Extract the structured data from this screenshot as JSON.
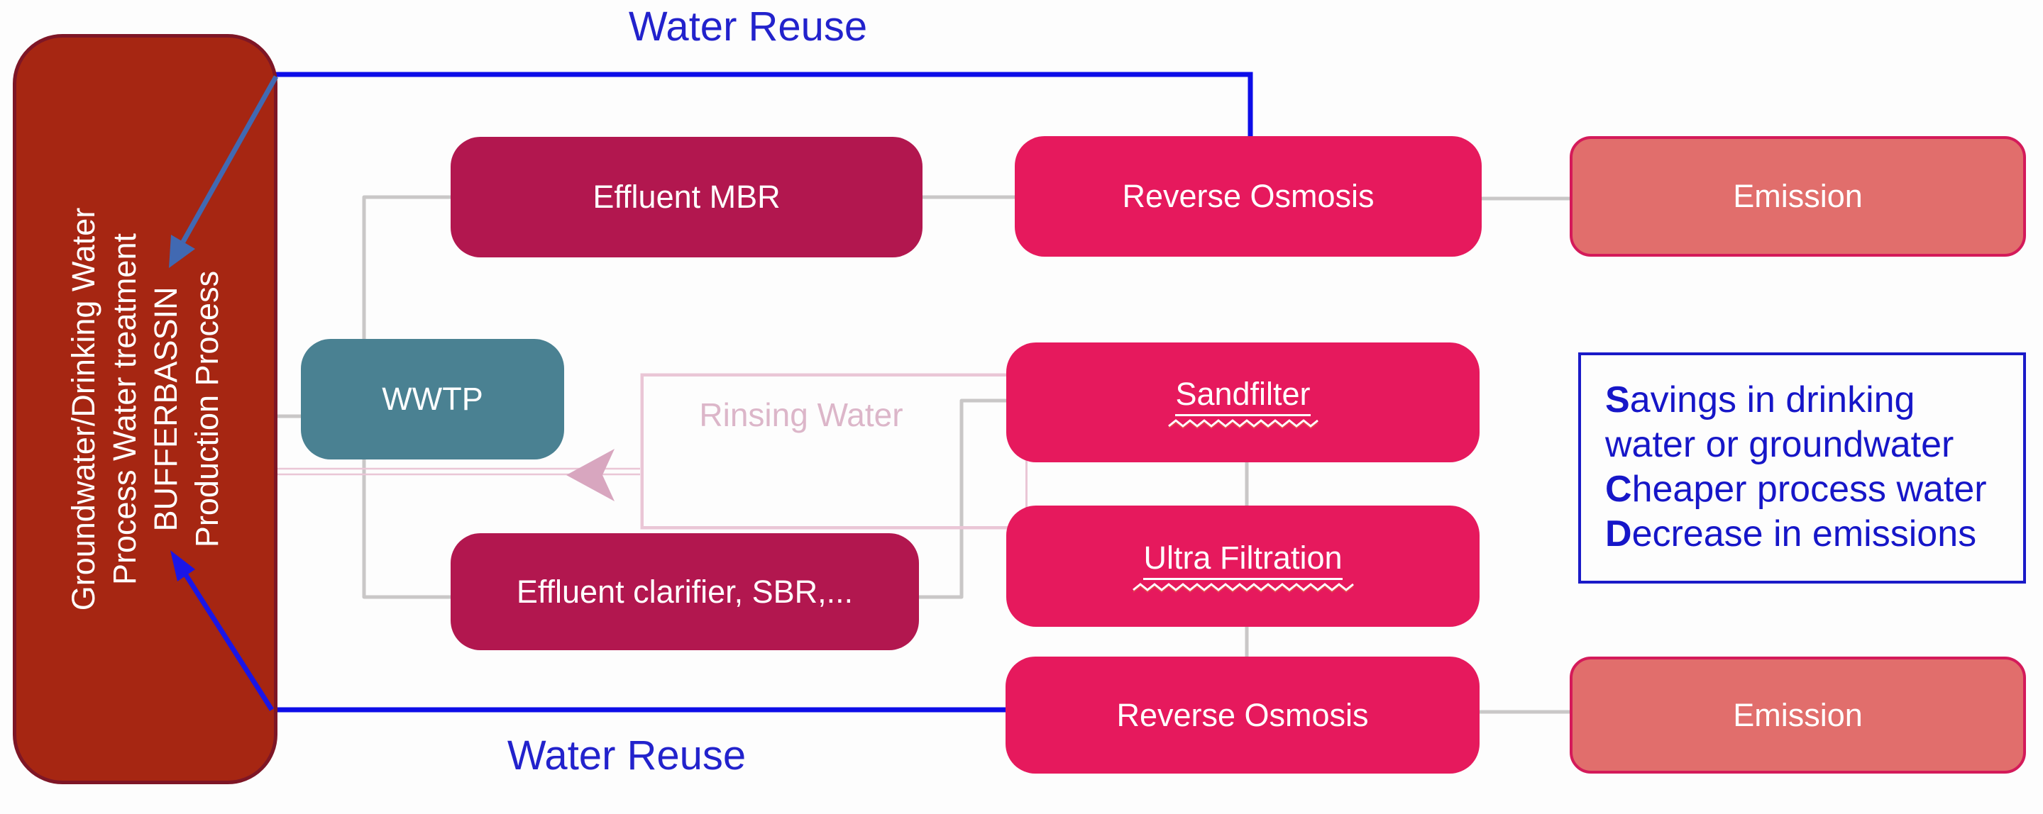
{
  "titles": {
    "water_reuse_top": "Water Reuse",
    "water_reuse_bottom": "Water Reuse"
  },
  "source_box": {
    "lines": [
      "Groundwater/Drinking Water",
      "Process Water treatment",
      "BUFFERBASSIN",
      "Production Process"
    ]
  },
  "boxes": {
    "effluent_mbr": "Effluent MBR",
    "reverse_osmosis_top": "Reverse Osmosis",
    "emission_top": "Emission",
    "wwtp": "WWTP",
    "sandfilter": "Sandfilter",
    "rinsing_water": "Rinsing Water",
    "ultra_filtration": "Ultra Filtration",
    "effluent_clarifier": "Effluent clarifier, SBR,...",
    "reverse_osmosis_bottom": "Reverse Osmosis",
    "emission_bottom": "Emission"
  },
  "benefits": {
    "lines": [
      {
        "lead": "S",
        "rest": "avings in drinking"
      },
      {
        "lead": "",
        "rest": "water or groundwater"
      },
      {
        "lead": "C",
        "rest": "heaper process water"
      },
      {
        "lead": "D",
        "rest": "ecrease in emissions"
      }
    ]
  },
  "colors": {
    "source_fill": "#A62612",
    "source_border": "#7E1626",
    "crimson_box": "#B2174F",
    "pink_box": "#E6195D",
    "emission_fill": "#E16E6C",
    "emission_border": "#D41A5A",
    "wwtp_fill": "#4A8192",
    "connector_gray": "#C9C7C7",
    "connector_pink": "#EAC6D6",
    "pink_arrow": "#D8A6BF",
    "reuse_line_blue": "#0D0DE8",
    "arrow_steel_blue": "#4169B2",
    "arrow_blue": "#1A15E6",
    "title_blue": "#2222CC",
    "benefits_blue": "#1616C8"
  }
}
